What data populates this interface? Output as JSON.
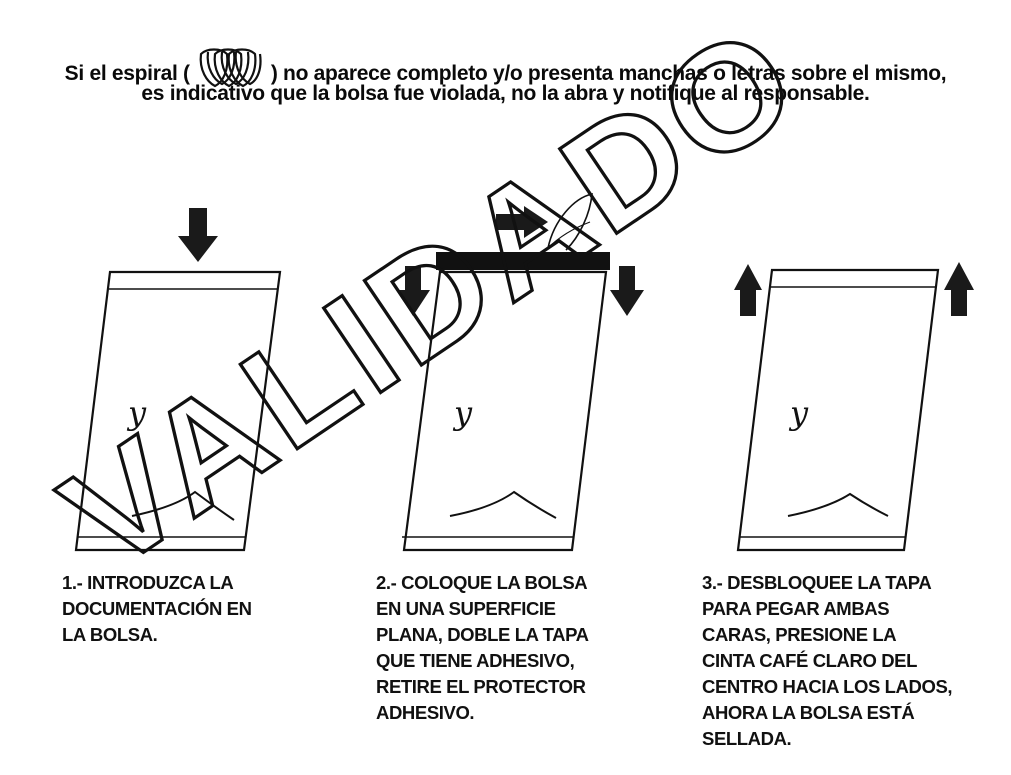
{
  "notice": {
    "line1_before": "Si el espiral (",
    "line1_after": ") no aparece completo y/o presenta manchas o letras sobre el mismo,",
    "line2": "es indicativo que la bolsa fue violada, no la abra y notifique al responsable."
  },
  "watermark": {
    "text": "VALIDADO"
  },
  "steps": [
    {
      "lines": [
        "1.- INTRODUZCA LA",
        "DOCUMENTACIÓN EN",
        "LA BOLSA."
      ]
    },
    {
      "lines": [
        "2.- COLOQUE LA BOLSA",
        "EN UNA SUPERFICIE",
        "PLANA, DOBLE LA TAPA",
        "QUE TIENE ADHESIVO,",
        "RETIRE EL PROTECTOR",
        "ADHESIVO."
      ]
    },
    {
      "lines": [
        "3.- DESBLOQUEE LA TAPA",
        "PARA PEGAR AMBAS",
        "CARAS, PRESIONE LA",
        "CINTA CAFÉ CLARO DEL",
        "CENTRO HACIA LOS LADOS,",
        "AHORA LA BOLSA ESTÁ",
        "SELLADA."
      ]
    }
  ],
  "bag_marks": [
    "y",
    "y",
    "y"
  ],
  "colors": {
    "ink": "#111111",
    "arrow": "#1a1a1a",
    "background": "#ffffff"
  }
}
